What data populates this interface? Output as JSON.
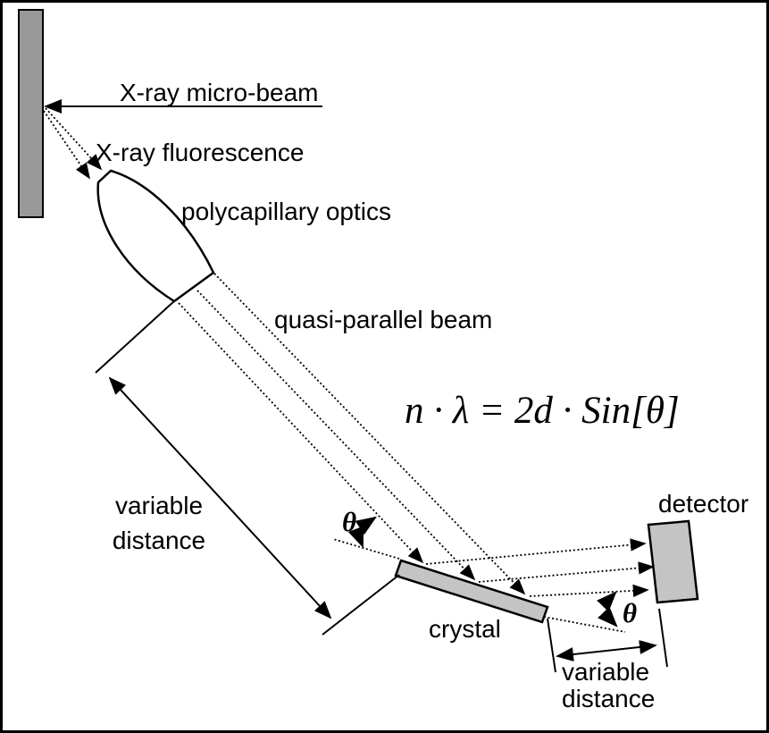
{
  "diagram": {
    "title_hint": "X-ray fluorescence wavelength-dispersive setup with polycapillary optics",
    "labels": {
      "xray_micro_beam": "X-ray micro-beam",
      "xray_fluorescence": "X-ray fluorescence",
      "polycapillary_optics": "polycapillary optics",
      "quasi_parallel_beam": "quasi-parallel beam",
      "crystal": "crystal",
      "detector": "detector",
      "variable_distance_left_line1": "variable",
      "variable_distance_left_line2": "distance",
      "variable_distance_right_line1": "variable",
      "variable_distance_right_line2": "distance",
      "theta_at_crystal": "θ",
      "theta_at_detector": "θ"
    },
    "formula": "n · λ = 2d · Sin[θ]",
    "colors": {
      "sample_fill": "#999999",
      "crystal_fill": "#c4c4c4",
      "detector_fill": "#c4c4c4",
      "line": "#000000",
      "background": "#ffffff"
    }
  }
}
